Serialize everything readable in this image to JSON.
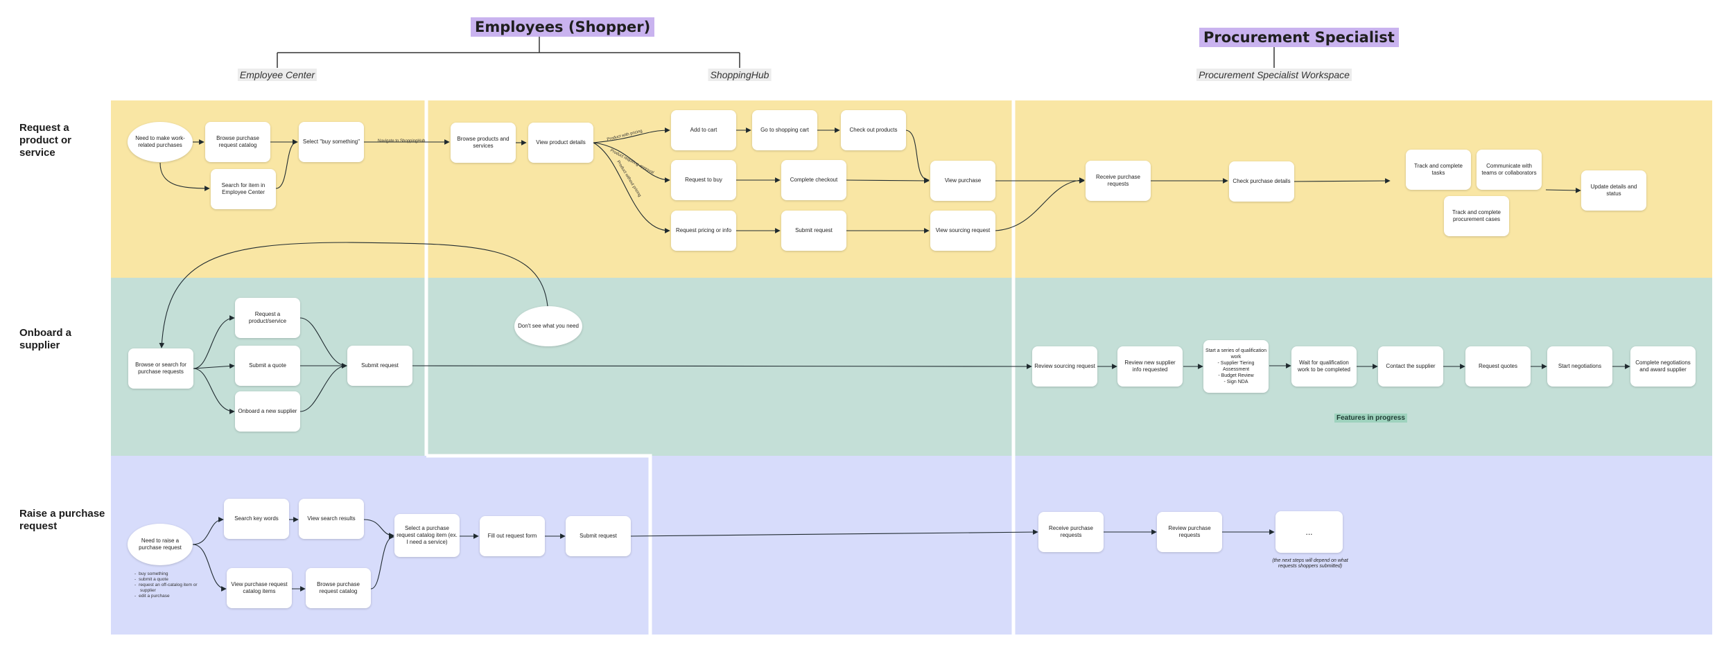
{
  "titles": {
    "employees": "Employees (Shopper)",
    "procurement": "Procurement Specialist"
  },
  "subtitles": {
    "employee_center": "Employee Center",
    "shopping_hub": "ShoppingHub",
    "procurement_workspace": "Procurement Specialist Workspace"
  },
  "lanes": {
    "request": "Request a product or service",
    "onboard": "Onboard a supplier",
    "raise": "Raise a purchase request"
  },
  "colors": {
    "lane_request": "#f9e6a4",
    "lane_onboard": "#c4dfd7",
    "lane_raise": "#d7dcfb",
    "title_highlight": "#c9b3ef"
  },
  "request_lane": {
    "need_work": "Need to make work-related purchases",
    "browse_catalog": "Browse purchase request catalog",
    "search_ec": "Search for item in Employee Center",
    "buy_something": "Select \"buy something\"",
    "navigate_label": "Navigate to ShoppingHub",
    "browse_products": "Browse products and services",
    "view_details": "View product details",
    "add_cart": "Add to cart",
    "go_cart": "Go to shopping cart",
    "checkout": "Check out products",
    "request_buy": "Request to buy",
    "complete_checkout": "Complete checkout",
    "view_purchase": "View purchase",
    "request_pricing": "Request pricing or info",
    "submit_request": "Submit request",
    "view_sourcing": "View sourcing request",
    "receive_pr": "Receive purchase requests",
    "check_pd": "Check purchase details",
    "track_tasks": "Track and complete tasks",
    "communicate": "Communicate with teams or collaborators",
    "track_cases": "Track and complete procurement cases",
    "update_status": "Update details and status",
    "label_pricing": "Product with pricing",
    "label_approval": "Product requiring approval",
    "label_no_pricing": "Product without pricing"
  },
  "onboard_lane": {
    "browse_search": "Browse or search for purchase requests",
    "request_ps": "Request a product/service",
    "submit_quote": "Submit a quote",
    "onboard_new": "Onboard a new supplier",
    "submit_request": "Submit request",
    "dont_see": "Don't see what you need",
    "review_sourcing": "Review sourcing request",
    "review_supplier": "Review new supplier info requested",
    "qual_work": "Start a series of qualification work\n- Supplier Tiering Assessment\n- Budget Review\n- Sign NDA",
    "wait_qual": "Wait for qualification work to be completed",
    "contact_supplier": "Contact the supplier",
    "request_quotes": "Request quotes",
    "start_negotiations": "Start negotiations",
    "complete_award": "Complete negotiations and award supplier",
    "features_badge": "Features in progress"
  },
  "raise_lane": {
    "need_raise": "Need to raise a purchase request",
    "bullets": [
      "buy something",
      "submit a quote",
      "request an off-catalog item or supplier",
      "edit a purchase"
    ],
    "search_keywords": "Search key words",
    "view_results": "View search results",
    "view_catalog_items": "View purchase request catalog items",
    "browse_pr_catalog": "Browse purchase request catalog",
    "select_item": "Select a purchase request catalog item (ex. I need a service)",
    "fill_form": "Fill out request form",
    "submit_request": "Submit request",
    "receive_pr": "Receive purchase requests",
    "review_pr": "Review purchase requests",
    "ellipsis": "...",
    "next_steps_note": "(the next steps will depend on what requests shoppers submitted)"
  }
}
